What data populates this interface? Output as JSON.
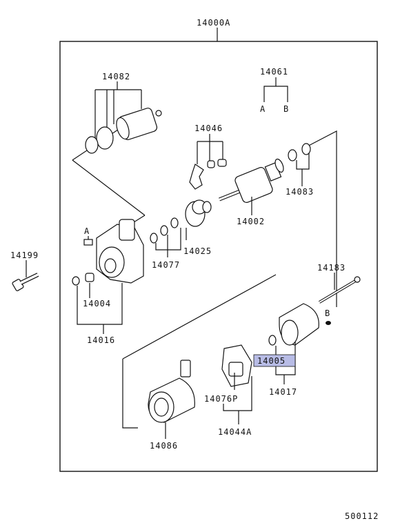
{
  "assembly": "14000A",
  "labels": {
    "p14082": "14082",
    "p14061": "14061",
    "p14061_a": "A",
    "p14061_b": "B",
    "p14046": "14046",
    "p14083": "14083",
    "p14002": "14002",
    "p14025": "14025",
    "p14077": "14077",
    "p14199": "14199",
    "p14004": "14004",
    "p14016": "14016",
    "p14183": "14183",
    "p_b": "B",
    "p_a": "A",
    "p14005": "14005",
    "p14017": "14017",
    "p14076P": "14076P",
    "p14044A": "14044A",
    "p14086": "14086"
  },
  "highlight": {
    "part": "p14005",
    "color": "#b8bce6"
  },
  "footer_code": "500112"
}
